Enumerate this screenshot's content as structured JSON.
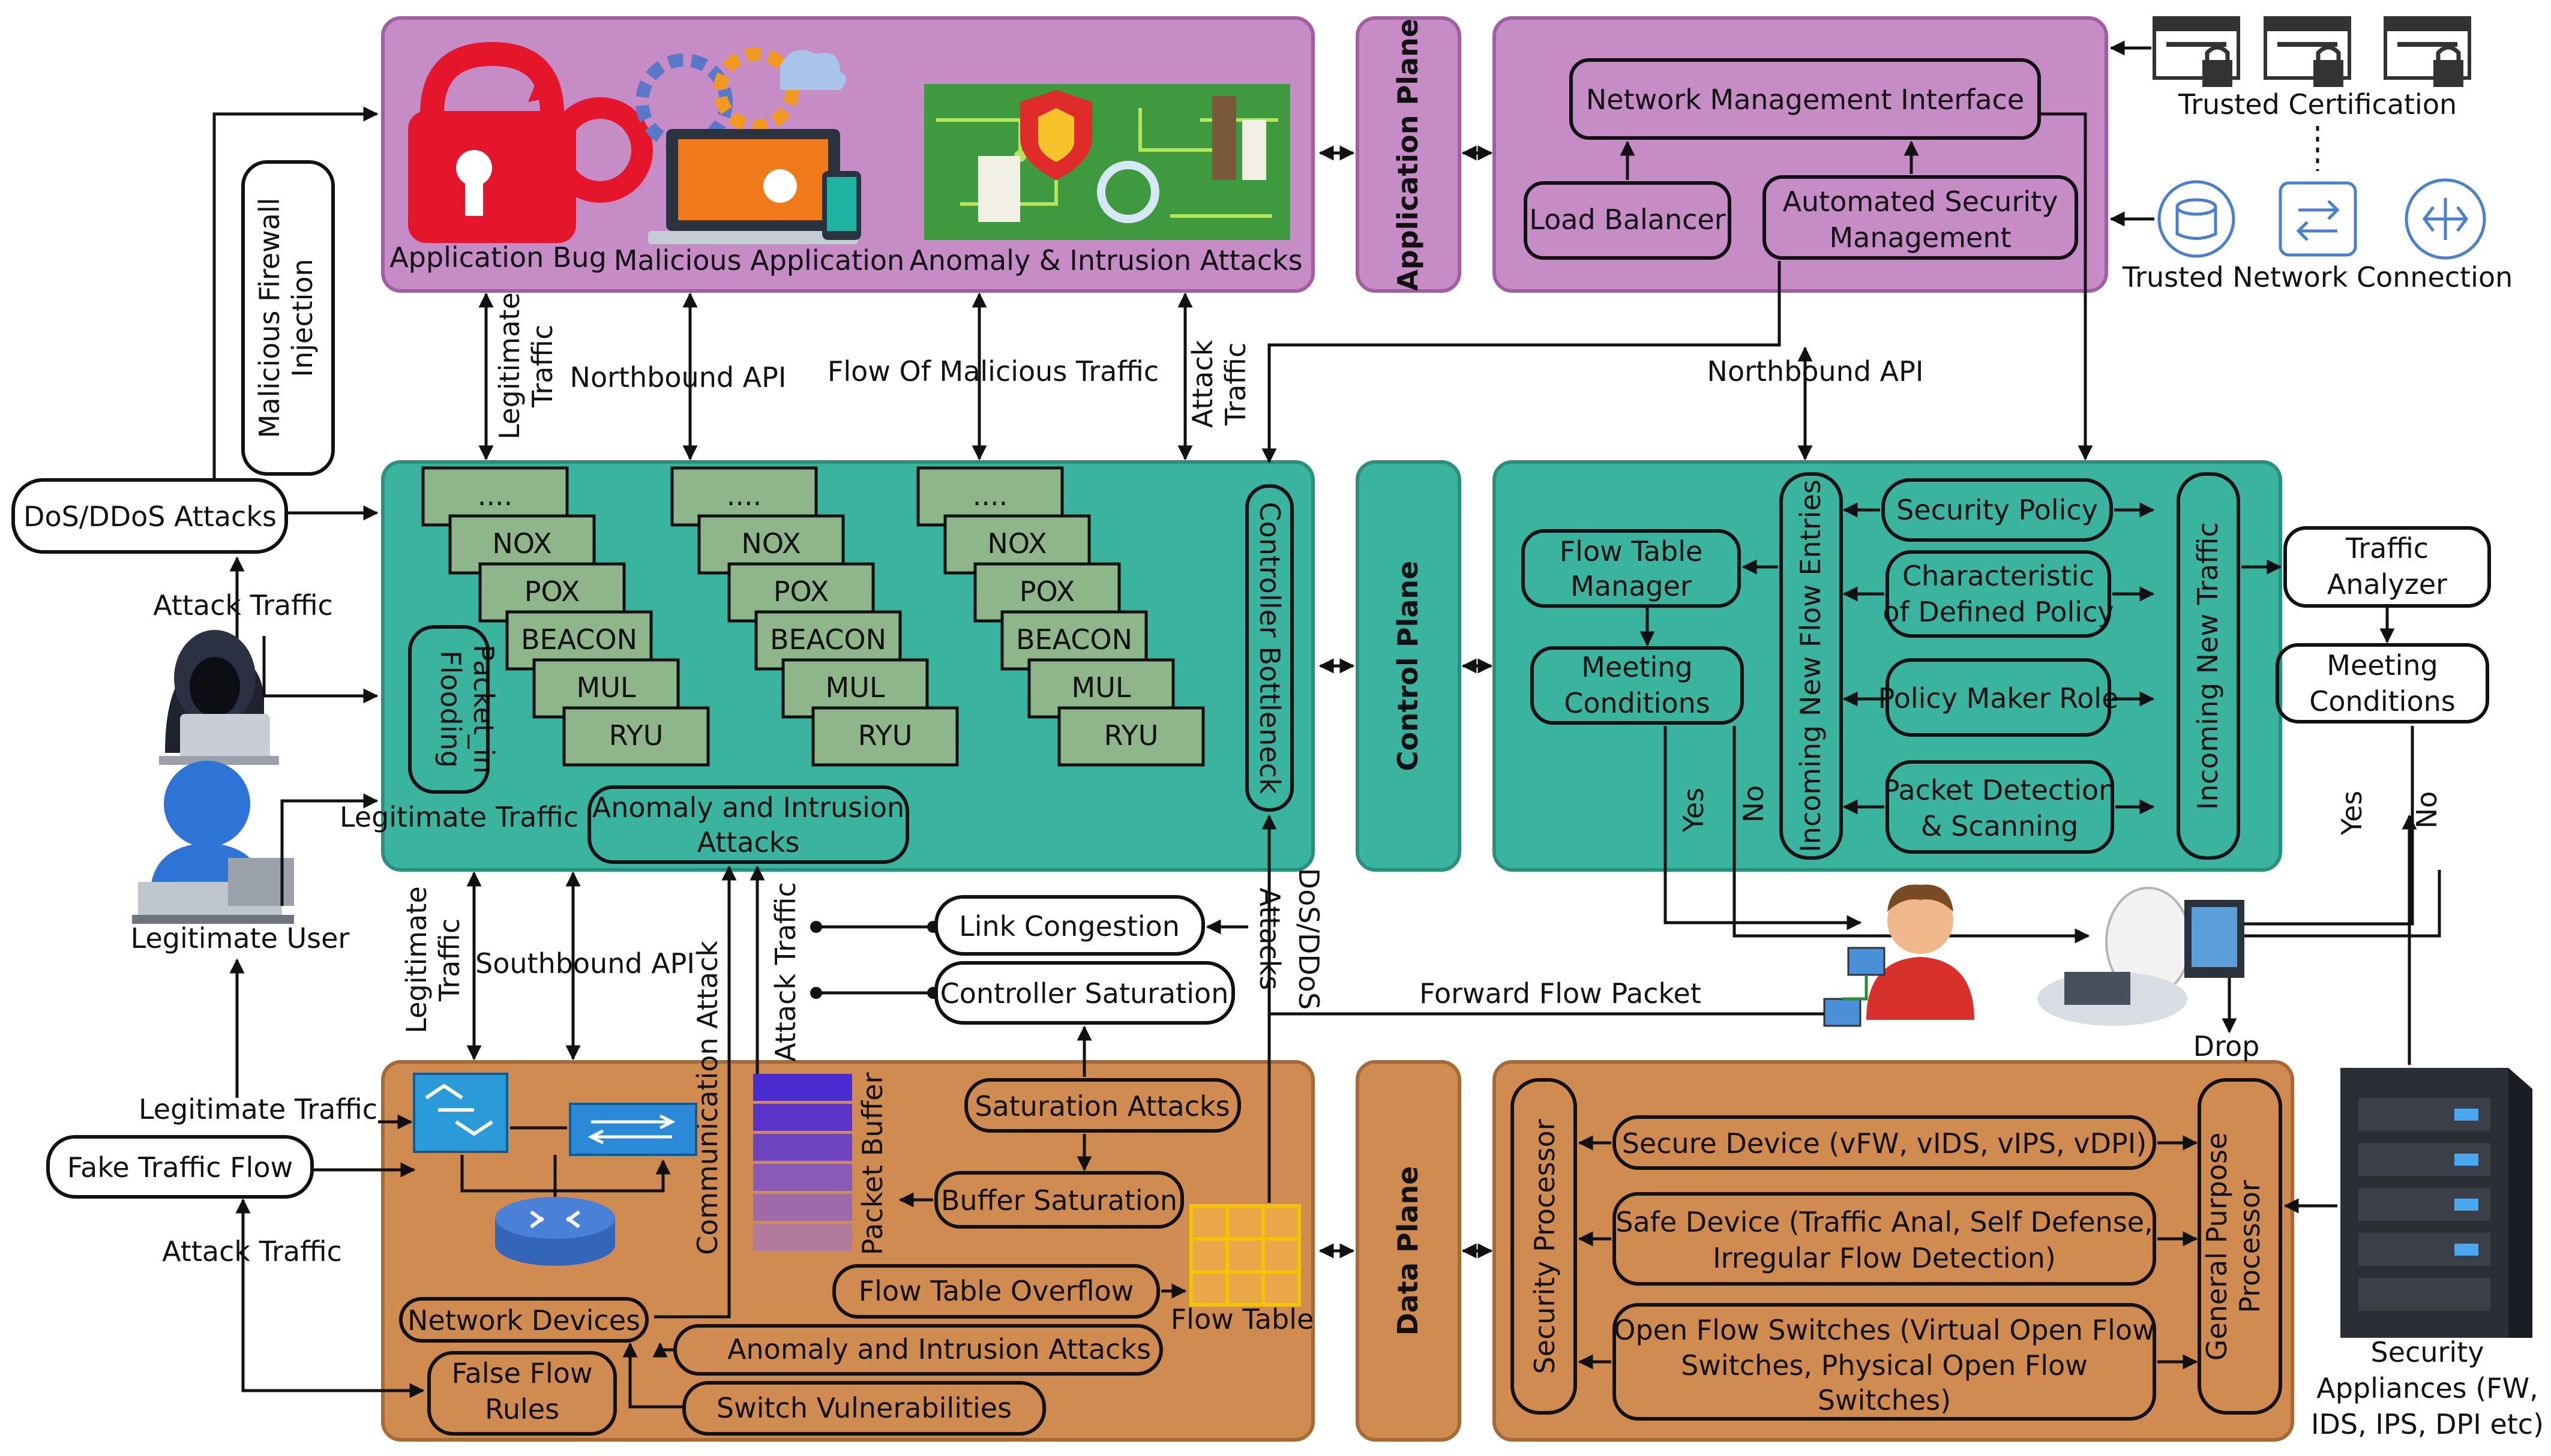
{
  "planes": {
    "application": "Application Plane",
    "control": "Control Plane",
    "data": "Data Plane"
  },
  "app_left": {
    "bug": "Application Bug",
    "malicious": "Malicious Application",
    "anomaly": "Anomaly & Intrusion Attacks"
  },
  "app_right": {
    "nmi": "Network Management Interface",
    "lb": "Load Balancer",
    "asm1": "Automated Security",
    "asm2": "Management",
    "trusted_cert": "Trusted Certification",
    "trusted_conn": "Trusted Network Connection"
  },
  "left_side": {
    "firewall1": "Malicious Firewall",
    "firewall2": "Injection",
    "dos": "DoS/DDoS Attacks",
    "attack_traffic_top": "Attack Traffic",
    "legit_traffic_mid": "Legitimate Traffic",
    "legit_user": "Legitimate User",
    "legit_traffic_low": "Legitimate Traffic",
    "fake_flow": "Fake Traffic Flow",
    "attack_traffic_low": "Attack Traffic"
  },
  "arrows": {
    "legit1": "Legitimate",
    "legit2": "Traffic",
    "northbound": "Northbound API",
    "flow_malicious": "Flow Of Malicious Traffic",
    "attack1": "Attack",
    "attack2": "Traffic",
    "northbound_right": "Northbound API",
    "southbound": "Southbound API",
    "comm_attack": "Communication Attack",
    "attack_traffic_v": "Attack Traffic",
    "dos1": "DoS/DDoS",
    "dos2": "Attacks",
    "forward": "Forward Flow Packet",
    "drop": "Drop"
  },
  "controllers": [
    "....",
    "NOX",
    "POX",
    "BEACON",
    "MUL",
    "RYU"
  ],
  "control_left": {
    "packet_in1": "Packet_in",
    "packet_in2": "Flooding",
    "anomaly1": "Anomaly and Intrusion",
    "anomaly2": "Attacks",
    "bottleneck": "Controller Bottleneck"
  },
  "control_right": {
    "ftm1": "Flow Table",
    "ftm2": "Manager",
    "meet1": "Meeting",
    "meet2": "Conditions",
    "incoming_entries": "Incoming New Flow Entries",
    "security_policy": "Security Policy",
    "char1": "Characteristic",
    "char2": "of Defined Policy",
    "policy_maker": "Policy Maker Role",
    "pds1": "Packet Detection",
    "pds2": "& Scanning",
    "incoming_traffic": "Incoming New Traffic",
    "ta1": "Traffic",
    "ta2": "Analyzer",
    "yes": "Yes",
    "no": "No"
  },
  "middle": {
    "link_congestion": "Link Congestion",
    "controller_saturation": "Controller Saturation"
  },
  "data_left": {
    "packet_buffer": "Packet Buffer",
    "saturation_attacks": "Saturation Attacks",
    "buffer_saturation": "Buffer Saturation",
    "flow_table_overflow": "Flow Table Overflow",
    "flow_table": "Flow Table",
    "network_devices": "Network Devices",
    "anomaly": "Anomaly and Intrusion Attacks",
    "false1": "False Flow",
    "false2": "Rules",
    "switch_vuln": "Switch Vulnerabilities"
  },
  "data_right": {
    "security_processor": "Security Processor",
    "general1": "General Purpose",
    "general2": "Processor",
    "secure_device": "Secure Device (vFW, vIDS, vIPS, vDPI)",
    "safe1": "Safe Device (Traffic Anal, Self Defense,",
    "safe2": "Irregular Flow Detection)",
    "ofs1": "Open Flow Switches (Virtual Open Flow",
    "ofs2": "Switches, Physical Open Flow",
    "ofs3": "Switches)",
    "appl1": "Security",
    "appl2": "Appliances (FW,",
    "appl3": "IDS, IPS, DPI etc)"
  },
  "colors": {
    "app_plane": "#c58cc5",
    "control_plane": "#3ab49f",
    "data_plane": "#d08c50",
    "controller_box": "#8fb58a",
    "buffer_stack": "#6a3fb0"
  }
}
